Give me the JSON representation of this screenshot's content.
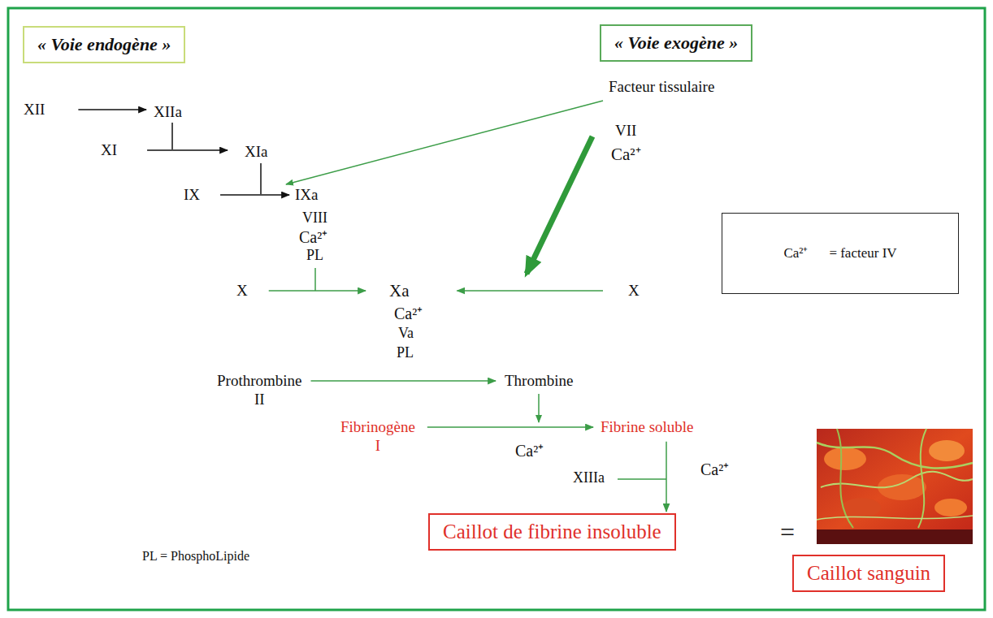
{
  "diagram": {
    "nodes": [
      {
        "text": [
          "« Voie endogène »"
        ]
      },
      {
        "text": [
          "« Voie exogène »"
        ]
      },
      {
        "text": [
          "Facteur tissulaire"
        ]
      },
      {
        "text": [
          "XII"
        ]
      },
      {
        "text": [
          "XIIa"
        ]
      },
      {
        "text": [
          "XI"
        ]
      },
      {
        "text": [
          "XIa"
        ]
      },
      {
        "text": [
          "IX"
        ]
      },
      {
        "text": [
          "IXa"
        ]
      },
      {
        "text": [
          "Ca²⁺",
          "= facteur IV"
        ]
      },
      {
        "text": [
          "X"
        ]
      },
      {
        "text": [
          "Xa"
        ]
      },
      {
        "text": [
          "X"
        ]
      },
      {
        "text": [
          "Prothrombine",
          "II"
        ]
      },
      {
        "text": [
          "Thrombine"
        ]
      },
      {
        "text": [
          "Fibrinogène",
          "I"
        ]
      },
      {
        "text": [
          "Fibrine soluble"
        ]
      },
      {
        "text": [
          "Caillot de fibrine insoluble"
        ]
      },
      {
        "text": [
          "Caillot sanguin"
        ]
      }
    ],
    "edges": [
      {
        "from": 3,
        "to": 4,
        "arrow": "to"
      },
      {
        "from": 5,
        "to": 6,
        "arrow": "to"
      },
      {
        "from": 7,
        "to": 8,
        "arrow": "to"
      },
      {
        "from": 10,
        "to": 11,
        "arrow": "to"
      },
      {
        "from": 12,
        "to": 11,
        "arrow": "to"
      },
      {
        "from": 13,
        "to": 14,
        "arrow": "to"
      },
      {
        "from": 15,
        "to": 16,
        "arrow": "to"
      },
      {
        "from": 16,
        "to": 17,
        "arrow": "to"
      }
    ],
    "labels": [
      "VII",
      "Ca²⁺",
      "VIII",
      "Ca²⁺",
      "PL",
      "Ca²⁺",
      "Va",
      "PL",
      "Ca²⁺",
      "XIIIa",
      "Ca²⁺",
      "=",
      "PL = PhosphoLipide"
    ]
  }
}
